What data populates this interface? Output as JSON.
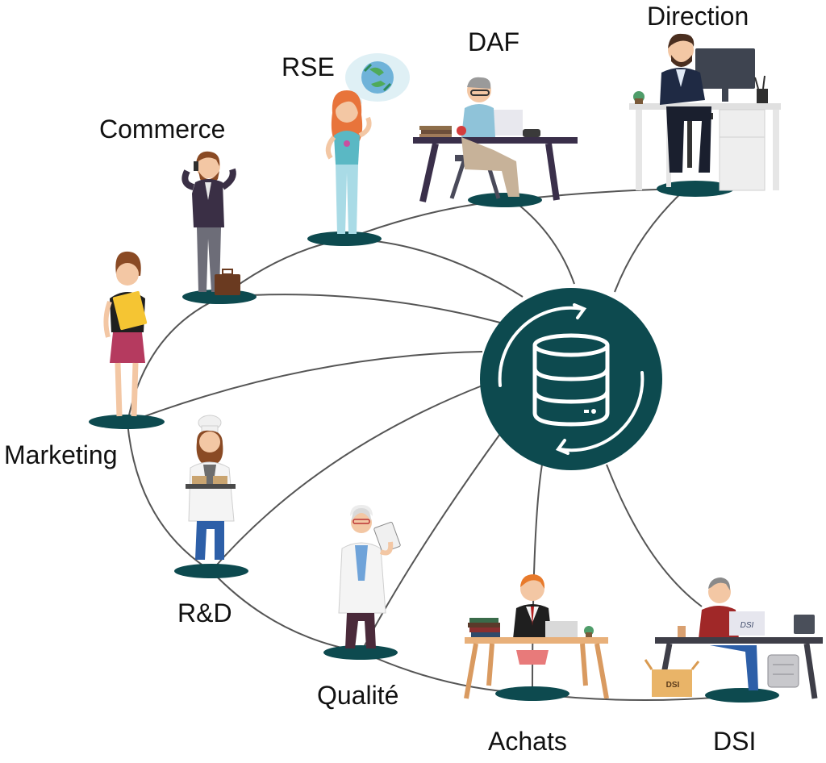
{
  "colors": {
    "accent": "#0d4a4f",
    "line": "#555555",
    "skin": "#f3c7a4"
  },
  "hub": {
    "icon": "database-sync-icon"
  },
  "departments": [
    {
      "id": "direction",
      "label": "Direction",
      "icon": "person-desk-computer-icon"
    },
    {
      "id": "daf",
      "label": "DAF",
      "icon": "person-desk-laptop-icon"
    },
    {
      "id": "rse",
      "label": "RSE",
      "icon": "person-recycling-bubble-icon"
    },
    {
      "id": "commerce",
      "label": "Commerce",
      "icon": "person-phone-briefcase-icon"
    },
    {
      "id": "marketing",
      "label": "Marketing",
      "icon": "person-folder-icon"
    },
    {
      "id": "rd",
      "label": "R&D",
      "icon": "person-chef-tray-icon"
    },
    {
      "id": "qualite",
      "label": "Qualité",
      "icon": "person-clipboard-icon"
    },
    {
      "id": "achats",
      "label": "Achats",
      "icon": "person-desk-books-icon"
    },
    {
      "id": "dsi",
      "label": "DSI",
      "icon": "person-desk-server-icon"
    }
  ],
  "bubble": {
    "icon": "recycling-earth-icon"
  },
  "badges": {
    "dsi_laptop": "DSI",
    "dsi_box": "DSI"
  }
}
